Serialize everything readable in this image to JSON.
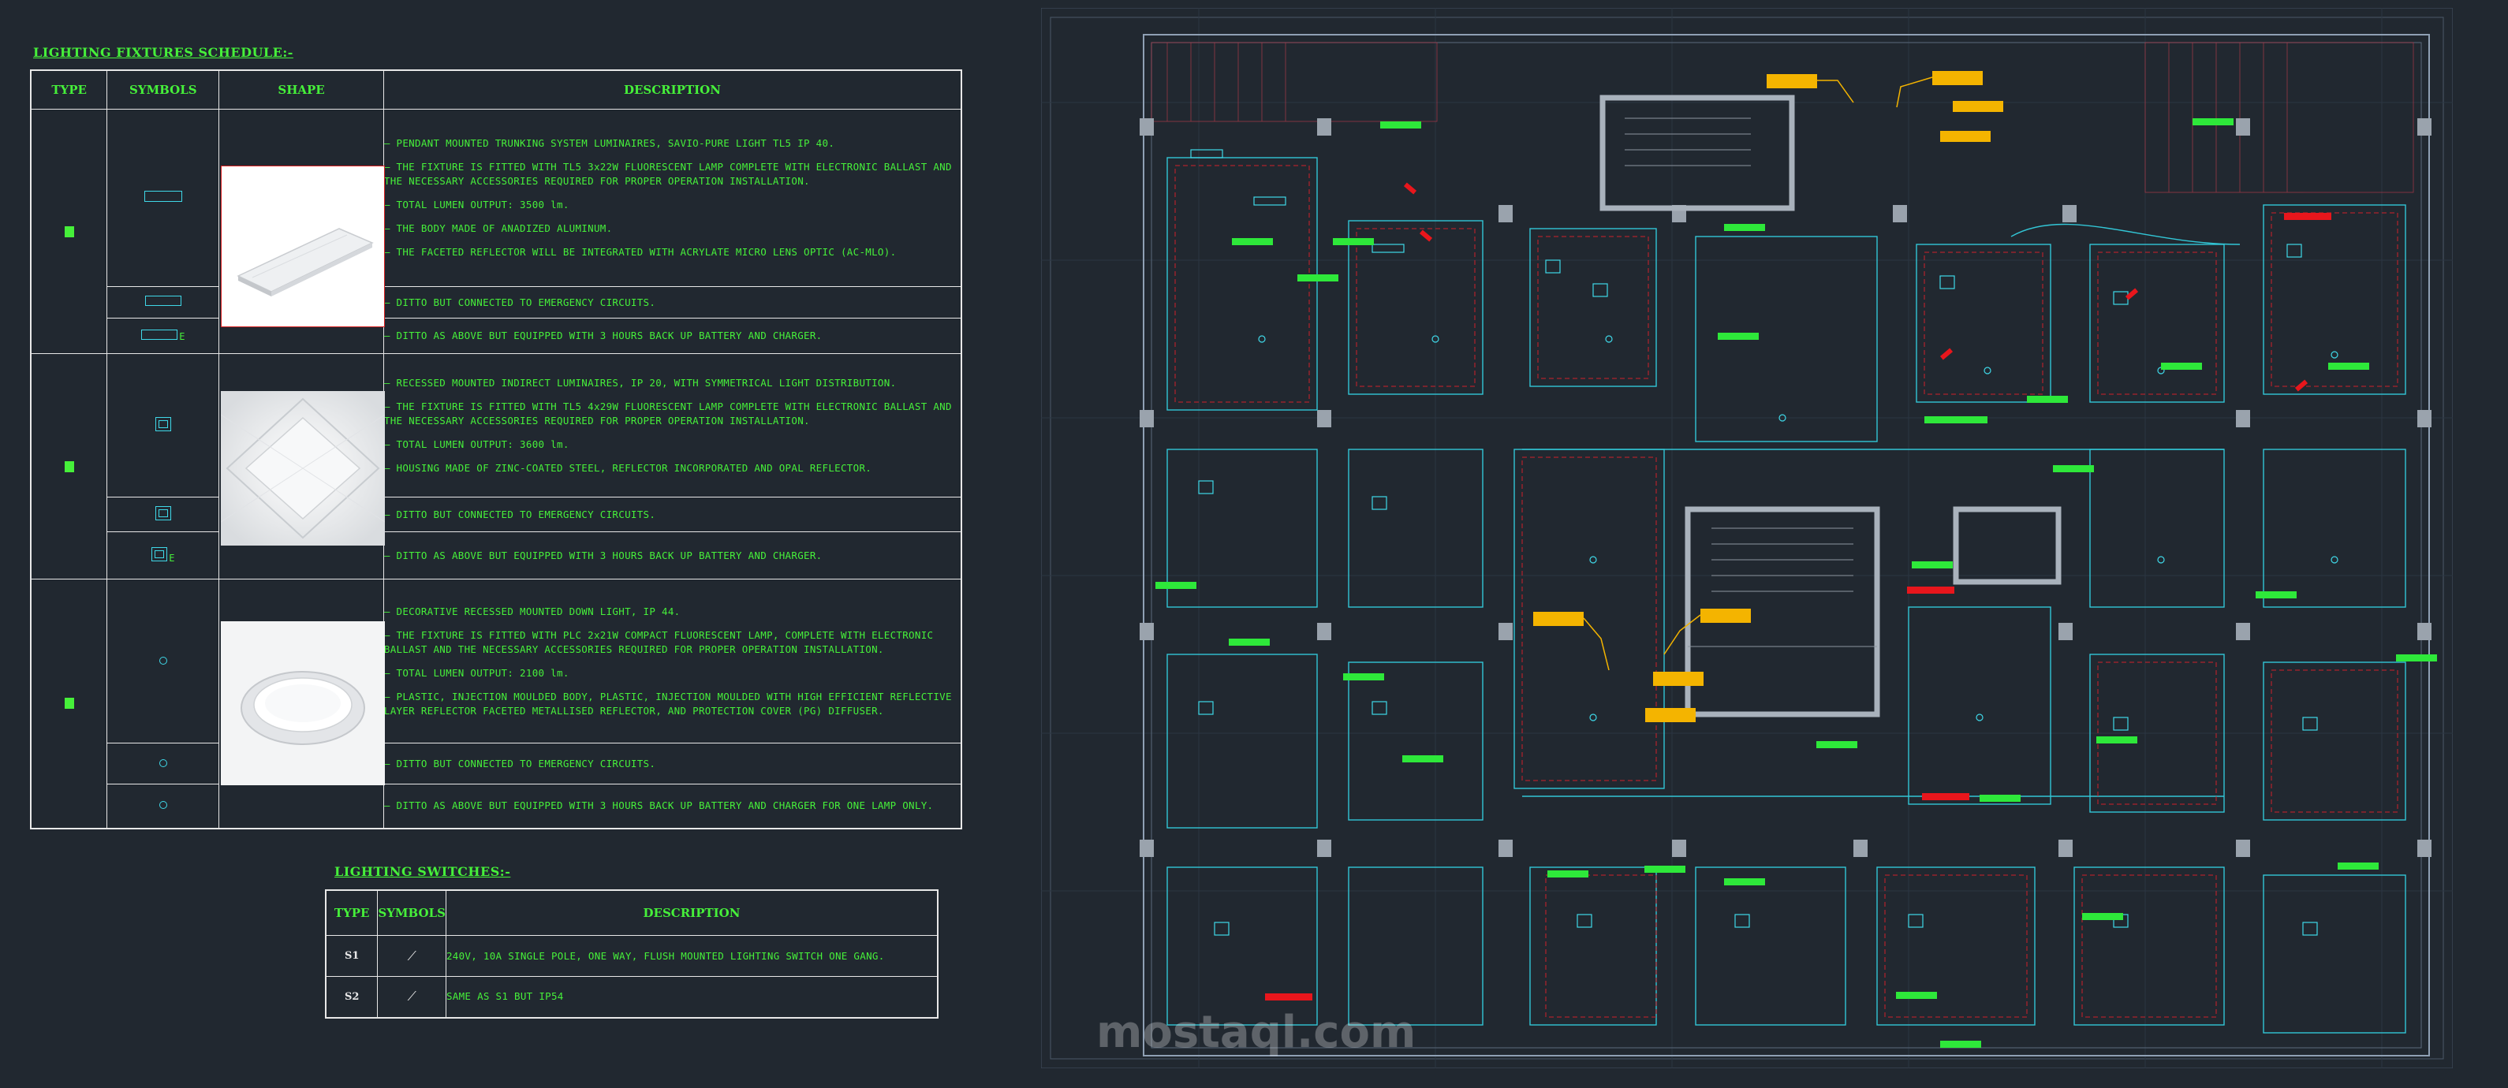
{
  "fixtures": {
    "title": "LIGHTING FIXTURES SCHEDULE:-",
    "headers": {
      "type": "TYPE",
      "symbols": "SYMBOLS",
      "shape": "SHAPE",
      "description": "DESCRIPTION"
    },
    "groups": [
      {
        "lines": [
          "– PENDANT MOUNTED TRUNKING SYSTEM LUMINAIRES, SAVIO-PURE LIGHT TL5 IP 40.",
          "– THE FIXTURE IS FITTED WITH TL5 3x22W  FLUORESCENT LAMP COMPLETE WITH ELECTRONIC BALLAST AND THE NECESSARY ACCESSORIES REQUIRED FOR PROPER  OPERATION INSTALLATION.",
          "– TOTAL LUMEN OUTPUT: 3500 lm.",
          "– THE BODY MADE OF ANADIZED ALUMINUM.",
          "– THE FACETED REFLECTOR WILL BE INTEGRATED WITH ACRYLATE MICRO LENS OPTIC (AC-MLO)."
        ],
        "emergency": "– DITTO BUT CONNECTED TO EMERGENCY CIRCUITS.",
        "battery": "– DITTO AS ABOVE BUT EQUIPPED WITH 3 HOURS BACK UP BATTERY AND CHARGER."
      },
      {
        "lines": [
          "– RECESSED MOUNTED INDIRECT LUMINAIRES, IP 20, WITH SYMMETRICAL LIGHT DISTRIBUTION.",
          "– THE FIXTURE IS FITTED WITH TL5 4x29W FLUORESCENT LAMP COMPLETE WITH ELECTRONIC BALLAST AND THE NECESSARY ACCESSORIES REQUIRED FOR PROPER OPERATION INSTALLATION.",
          "– TOTAL LUMEN OUTPUT: 3600 lm.",
          "– HOUSING MADE OF ZINC-COATED STEEL, REFLECTOR INCORPORATED AND OPAL REFLECTOR."
        ],
        "emergency": "– DITTO BUT CONNECTED TO EMERGENCY CIRCUITS.",
        "battery": "– DITTO AS ABOVE BUT EQUIPPED WITH 3 HOURS BACK UP BATTERY AND CHARGER."
      },
      {
        "lines": [
          "– DECORATIVE RECESSED MOUNTED DOWN LIGHT, IP 44.",
          "– THE FIXTURE IS FITTED WITH PLC 2x21W COMPACT FLUORESCENT LAMP, COMPLETE WITH ELECTRONIC BALLAST AND THE  NECESSARY ACCESSORIES REQUIRED FOR PROPER OPERATION INSTALLATION.",
          "– TOTAL LUMEN OUTPUT: 2100 lm.",
          "– PLASTIC, INJECTION MOULDED BODY, PLASTIC, INJECTION MOULDED WITH HIGH EFFICIENT REFLECTIVE LAYER REFLECTOR FACETED METALLISED REFLECTOR, AND PROTECTION COVER (PG) DIFFUSER."
        ],
        "emergency": "– DITTO BUT CONNECTED TO EMERGENCY CIRCUITS.",
        "battery": "– DITTO AS ABOVE BUT EQUIPPED WITH 3 HOURS BACK UP BATTERY AND CHARGER FOR ONE LAMP ONLY."
      }
    ],
    "emergency_letter": "E"
  },
  "switches": {
    "title": "LIGHTING SWITCHES:-",
    "headers": {
      "type": "TYPE",
      "symbols": "SYMBOLS",
      "description": "DESCRIPTION"
    },
    "rows": [
      {
        "type": "S1",
        "description": "240V, 10A SINGLE POLE, ONE WAY, FLUSH MOUNTED LIGHTING SWITCH ONE GANG."
      },
      {
        "type": "S2",
        "description": "SAME AS S1 BUT IP54"
      }
    ]
  },
  "watermark": {
    "text": "mostaql.com"
  },
  "colors": {
    "text_green": "#46f03a",
    "symbol_cyan": "#3fd8e8",
    "background": "#212830",
    "label_yellow": "#f4b400",
    "label_red": "#e8161c"
  }
}
